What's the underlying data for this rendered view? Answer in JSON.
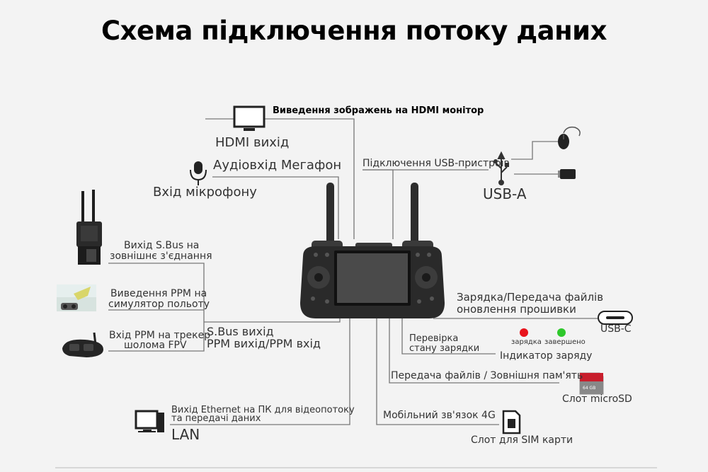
{
  "title": "Схема підключення потоку даних",
  "labels": {
    "hdmi_monitor": "Виведення зображень на HDMI монітор",
    "hdmi_out": "HDMI вихід",
    "audio_in": "Аудіовхід Мегафон",
    "mic_in": "Вхід мікрофону",
    "usb_devices": "Підключення USB-пристроїв",
    "usb_a": "USB-A",
    "sbus_out_line1": "Вихід S.Bus на",
    "sbus_out_line2": "зовнішнє з'єднання",
    "ppm_sim_line1": "Виведення PPM на",
    "ppm_sim_line2": "симулятор польоту",
    "ppm_fpv_line1": "Вхід PPM на трекер",
    "ppm_fpv_line2": "шолома FPV",
    "sbus_group_line1": "S.Bus вихід",
    "sbus_group_line2": "PPM вихід/PPM вхід",
    "charge_line1": "Зарядка/Передача файлів",
    "charge_line2": "оновлення прошивки",
    "usb_c": "USB-C",
    "check_line1": "Перевірка",
    "check_line2": "стану зарядки",
    "led_charging": "зарядка",
    "led_done": "завершено",
    "charge_indicator": "Індикатор заряду",
    "file_transfer": "Передача файлів / Зовнішня пам'ять",
    "microsd_slot": "Слот microSD",
    "sd_card_text": "64 GB",
    "ethernet_line1": "Вихід Ethernet на ПК для відеопотоку",
    "ethernet_line2": "та передачі даних",
    "lan": "LAN",
    "mobile_4g": "Мобільний зв'язок 4G",
    "sim_slot": "Слот для SIM карти"
  },
  "colors": {
    "line": "#777777",
    "led_red": "#e8141c",
    "led_green": "#2ec82b",
    "device_body": "#2a2a2a",
    "screen": "#4a4a4a",
    "sd_red": "#c81e2c"
  },
  "icons": [
    "monitor-icon",
    "microphone-icon",
    "usb-icon",
    "mouse-icon",
    "usb-stick-icon",
    "sbus-receiver-icon",
    "flight-simulator-icon",
    "fpv-goggles-icon",
    "usbc-port-icon",
    "microsd-card-icon",
    "pc-icon",
    "sim-card-icon",
    "remote-controller-icon"
  ]
}
